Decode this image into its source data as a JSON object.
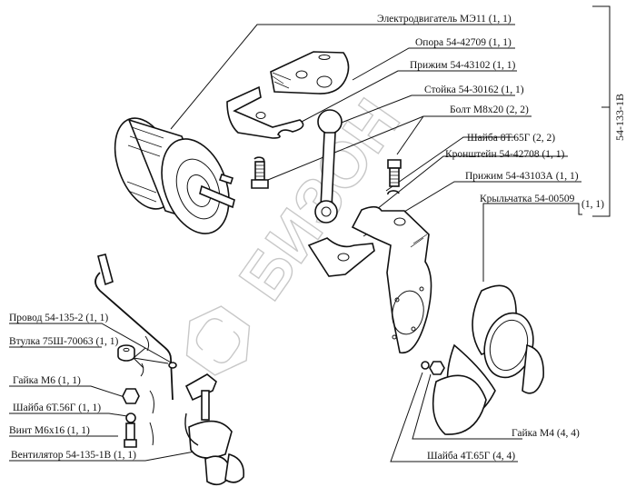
{
  "diagram": {
    "assembly_number": "54-133-1В",
    "watermark": "БИЗОН",
    "labels": [
      {
        "id": "motor",
        "text": "Электродвигатель МЭ11 (1, 1)"
      },
      {
        "id": "support",
        "text": "Опора 54-42709 (1, 1)"
      },
      {
        "id": "clamp1",
        "text": "Прижим 54-43102 (1, 1)"
      },
      {
        "id": "post",
        "text": "Стойка 54-30162 (1, 1)"
      },
      {
        "id": "bolt",
        "text": "Болт М8х20 (2, 2)"
      },
      {
        "id": "washer8",
        "text": "Шайба 8Т.65Г (2, 2)"
      },
      {
        "id": "bracket",
        "text": "Кронштейн 54-42708 (1, 1)"
      },
      {
        "id": "clamp2",
        "text": "Прижим 54-43103А (1, 1)"
      },
      {
        "id": "impeller",
        "text": "Крыльчатка 54-00509"
      },
      {
        "id": "impeller_qty",
        "text": "(1, 1)"
      },
      {
        "id": "wire",
        "text": "Провод 54-135-2 (1, 1)"
      },
      {
        "id": "bushing",
        "text": "Втулка 75Ш-70063 (1, 1)"
      },
      {
        "id": "nut6",
        "text": "Гайка М6 (1, 1)"
      },
      {
        "id": "washer6",
        "text": "Шайба 6Т.56Г (1, 1)"
      },
      {
        "id": "screw",
        "text": "Винт М6х16 (1, 1)"
      },
      {
        "id": "fan",
        "text": "Вентилятор 54-135-1В (1, 1)"
      },
      {
        "id": "nut4",
        "text": "Гайка М4 (4, 4)"
      },
      {
        "id": "washer4",
        "text": "Шайба 4Т.65Г (4, 4)"
      }
    ]
  }
}
